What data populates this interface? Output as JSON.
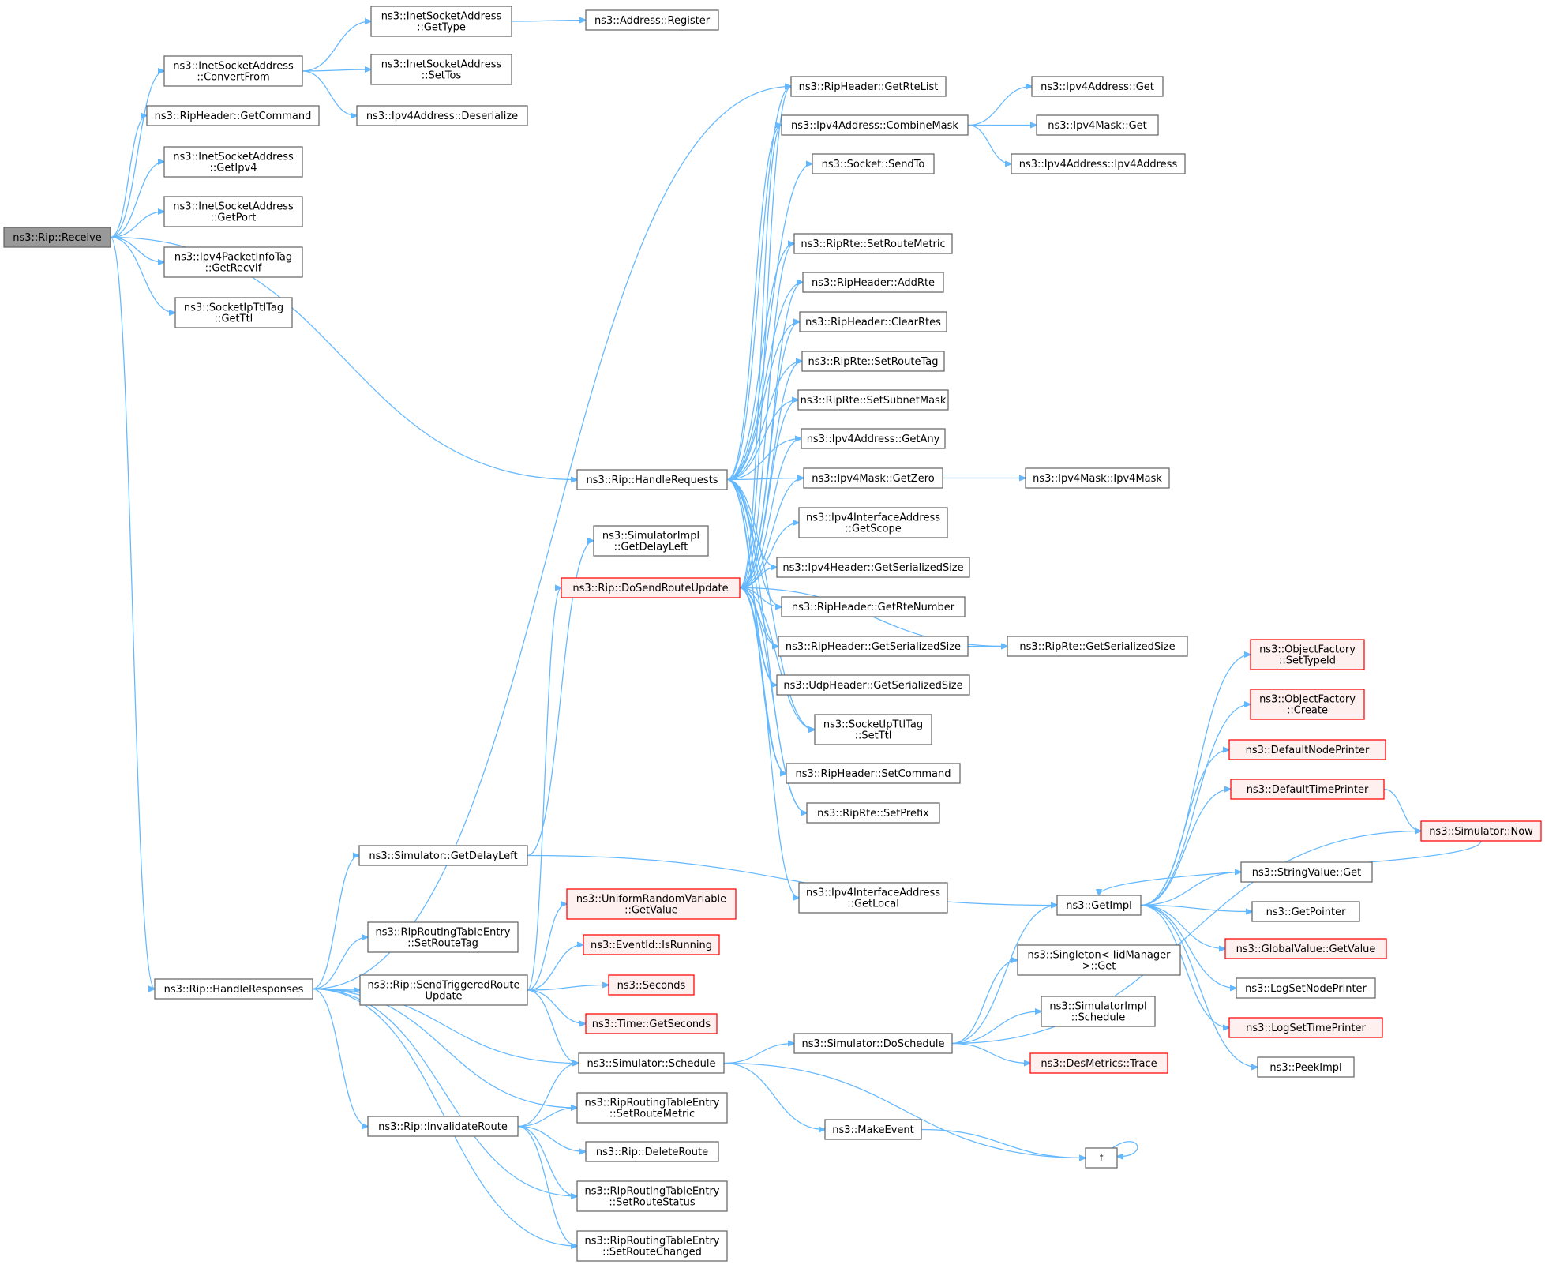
{
  "colors": {
    "edge": "#63b8ff",
    "node_border": "#666666",
    "node_fill": "#ffffff",
    "root_fill": "#999999",
    "truncated_border": "#ff0000",
    "truncated_fill": "#fff0f0"
  },
  "nodes": [
    {
      "id": "n0",
      "lines": [
        "ns3::Rip::Receive"
      ],
      "style": "root"
    },
    {
      "id": "n1",
      "lines": [
        "ns3::InetSocketAddress",
        "::ConvertFrom"
      ],
      "style": "normal"
    },
    {
      "id": "n2",
      "lines": [
        "ns3::InetSocketAddress",
        "::GetType"
      ],
      "style": "normal"
    },
    {
      "id": "n3",
      "lines": [
        "ns3::Address::Register"
      ],
      "style": "normal"
    },
    {
      "id": "n4",
      "lines": [
        "ns3::InetSocketAddress",
        "::SetTos"
      ],
      "style": "normal"
    },
    {
      "id": "n5",
      "lines": [
        "ns3::Ipv4Address::Deserialize"
      ],
      "style": "normal"
    },
    {
      "id": "n6",
      "lines": [
        "ns3::RipHeader::GetCommand"
      ],
      "style": "normal"
    },
    {
      "id": "n7",
      "lines": [
        "ns3::InetSocketAddress",
        "::GetIpv4"
      ],
      "style": "normal"
    },
    {
      "id": "n8",
      "lines": [
        "ns3::InetSocketAddress",
        "::GetPort"
      ],
      "style": "normal"
    },
    {
      "id": "n9",
      "lines": [
        "ns3::Ipv4PacketInfoTag",
        "::GetRecvIf"
      ],
      "style": "normal"
    },
    {
      "id": "n10",
      "lines": [
        "ns3::SocketIpTtlTag",
        "::GetTtl"
      ],
      "style": "normal"
    },
    {
      "id": "n11",
      "lines": [
        "ns3::Rip::HandleRequests"
      ],
      "style": "normal"
    },
    {
      "id": "n12",
      "lines": [
        "ns3::RipHeader::GetRteList"
      ],
      "style": "normal"
    },
    {
      "id": "n13",
      "lines": [
        "ns3::Ipv4Address::CombineMask"
      ],
      "style": "normal"
    },
    {
      "id": "n14",
      "lines": [
        "ns3::Ipv4Address::Get"
      ],
      "style": "normal"
    },
    {
      "id": "n15",
      "lines": [
        "ns3::Ipv4Mask::Get"
      ],
      "style": "normal"
    },
    {
      "id": "n16",
      "lines": [
        "ns3::Ipv4Address::Ipv4Address"
      ],
      "style": "normal"
    },
    {
      "id": "n17",
      "lines": [
        "ns3::Socket::SendTo"
      ],
      "style": "normal"
    },
    {
      "id": "n18",
      "lines": [
        "ns3::RipRte::SetRouteMetric"
      ],
      "style": "normal"
    },
    {
      "id": "n19",
      "lines": [
        "ns3::RipHeader::AddRte"
      ],
      "style": "normal"
    },
    {
      "id": "n20",
      "lines": [
        "ns3::RipHeader::ClearRtes"
      ],
      "style": "normal"
    },
    {
      "id": "n21",
      "lines": [
        "ns3::RipRte::SetRouteTag"
      ],
      "style": "normal"
    },
    {
      "id": "n22",
      "lines": [
        "ns3::RipRte::SetSubnetMask"
      ],
      "style": "normal"
    },
    {
      "id": "n23",
      "lines": [
        "ns3::Ipv4Address::GetAny"
      ],
      "style": "normal"
    },
    {
      "id": "n24",
      "lines": [
        "ns3::Ipv4Mask::GetZero"
      ],
      "style": "normal"
    },
    {
      "id": "n25",
      "lines": [
        "ns3::Ipv4Mask::Ipv4Mask"
      ],
      "style": "normal"
    },
    {
      "id": "n26",
      "lines": [
        "ns3::Ipv4InterfaceAddress",
        "::GetScope"
      ],
      "style": "normal"
    },
    {
      "id": "n27",
      "lines": [
        "ns3::Ipv4Header::GetSerializedSize"
      ],
      "style": "normal"
    },
    {
      "id": "n28",
      "lines": [
        "ns3::RipHeader::GetRteNumber"
      ],
      "style": "normal"
    },
    {
      "id": "n29",
      "lines": [
        "ns3::RipHeader::GetSerializedSize"
      ],
      "style": "normal"
    },
    {
      "id": "n30",
      "lines": [
        "ns3::RipRte::GetSerializedSize"
      ],
      "style": "normal"
    },
    {
      "id": "n31",
      "lines": [
        "ns3::UdpHeader::GetSerializedSize"
      ],
      "style": "normal"
    },
    {
      "id": "n32",
      "lines": [
        "ns3::SocketIpTtlTag",
        "::SetTtl"
      ],
      "style": "normal"
    },
    {
      "id": "n33",
      "lines": [
        "ns3::RipHeader::SetCommand"
      ],
      "style": "normal"
    },
    {
      "id": "n34",
      "lines": [
        "ns3::RipRte::SetPrefix"
      ],
      "style": "normal"
    },
    {
      "id": "n35",
      "lines": [
        "ns3::Ipv4InterfaceAddress",
        "::GetLocal"
      ],
      "style": "normal"
    },
    {
      "id": "n36",
      "lines": [
        "ns3::SimulatorImpl",
        "::GetDelayLeft"
      ],
      "style": "normal"
    },
    {
      "id": "n37",
      "lines": [
        "ns3::Rip::DoSendRouteUpdate"
      ],
      "style": "truncated"
    },
    {
      "id": "n38",
      "lines": [
        "ns3::Simulator::GetDelayLeft"
      ],
      "style": "normal"
    },
    {
      "id": "n39",
      "lines": [
        "ns3::UniformRandomVariable",
        "::GetValue"
      ],
      "style": "truncated"
    },
    {
      "id": "n40",
      "lines": [
        "ns3::RipRoutingTableEntry",
        "::SetRouteTag"
      ],
      "style": "normal"
    },
    {
      "id": "n41",
      "lines": [
        "ns3::EventId::IsRunning"
      ],
      "style": "truncated"
    },
    {
      "id": "n42",
      "lines": [
        "ns3::Rip::HandleResponses"
      ],
      "style": "normal"
    },
    {
      "id": "n43",
      "lines": [
        "ns3::Rip::SendTriggeredRoute",
        "Update"
      ],
      "style": "normal"
    },
    {
      "id": "n44",
      "lines": [
        "ns3::Seconds"
      ],
      "style": "truncated"
    },
    {
      "id": "n45",
      "lines": [
        "ns3::Time::GetSeconds"
      ],
      "style": "truncated"
    },
    {
      "id": "n46",
      "lines": [
        "ns3::Simulator::Schedule"
      ],
      "style": "normal"
    },
    {
      "id": "n47",
      "lines": [
        "ns3::RipRoutingTableEntry",
        "::SetRouteMetric"
      ],
      "style": "normal"
    },
    {
      "id": "n48",
      "lines": [
        "ns3::Rip::InvalidateRoute"
      ],
      "style": "normal"
    },
    {
      "id": "n49",
      "lines": [
        "ns3::Rip::DeleteRoute"
      ],
      "style": "normal"
    },
    {
      "id": "n50",
      "lines": [
        "ns3::RipRoutingTableEntry",
        "::SetRouteStatus"
      ],
      "style": "normal"
    },
    {
      "id": "n51",
      "lines": [
        "ns3::RipRoutingTableEntry",
        "::SetRouteChanged"
      ],
      "style": "normal"
    },
    {
      "id": "n52",
      "lines": [
        "ns3::Simulator::DoSchedule"
      ],
      "style": "normal"
    },
    {
      "id": "n53",
      "lines": [
        "ns3::MakeEvent"
      ],
      "style": "normal"
    },
    {
      "id": "n54",
      "lines": [
        "f"
      ],
      "style": "normal"
    },
    {
      "id": "n55",
      "lines": [
        "ns3::GetImpl"
      ],
      "style": "normal"
    },
    {
      "id": "n56",
      "lines": [
        "ns3::Singleton< IidManager",
        " >::Get"
      ],
      "style": "normal"
    },
    {
      "id": "n57",
      "lines": [
        "ns3::SimulatorImpl",
        "::Schedule"
      ],
      "style": "normal"
    },
    {
      "id": "n58",
      "lines": [
        "ns3::DesMetrics::Trace"
      ],
      "style": "truncated"
    },
    {
      "id": "n59",
      "lines": [
        "ns3::ObjectFactory",
        "::SetTypeId"
      ],
      "style": "truncated"
    },
    {
      "id": "n60",
      "lines": [
        "ns3::ObjectFactory",
        "::Create"
      ],
      "style": "truncated"
    },
    {
      "id": "n61",
      "lines": [
        "ns3::DefaultNodePrinter"
      ],
      "style": "truncated"
    },
    {
      "id": "n62",
      "lines": [
        "ns3::DefaultTimePrinter"
      ],
      "style": "truncated"
    },
    {
      "id": "n63",
      "lines": [
        "ns3::Simulator::Now"
      ],
      "style": "truncated"
    },
    {
      "id": "n64",
      "lines": [
        "ns3::StringValue::Get"
      ],
      "style": "normal"
    },
    {
      "id": "n65",
      "lines": [
        "ns3::GetPointer"
      ],
      "style": "normal"
    },
    {
      "id": "n66",
      "lines": [
        "ns3::GlobalValue::GetValue"
      ],
      "style": "truncated"
    },
    {
      "id": "n67",
      "lines": [
        "ns3::LogSetNodePrinter"
      ],
      "style": "normal"
    },
    {
      "id": "n68",
      "lines": [
        "ns3::LogSetTimePrinter"
      ],
      "style": "truncated"
    },
    {
      "id": "n69",
      "lines": [
        "ns3::PeekImpl"
      ],
      "style": "normal"
    }
  ],
  "edges": [
    [
      "n0",
      "n1"
    ],
    [
      "n0",
      "n6"
    ],
    [
      "n0",
      "n7"
    ],
    [
      "n0",
      "n8"
    ],
    [
      "n0",
      "n9"
    ],
    [
      "n0",
      "n10"
    ],
    [
      "n0",
      "n11"
    ],
    [
      "n0",
      "n42"
    ],
    [
      "n1",
      "n2"
    ],
    [
      "n1",
      "n4"
    ],
    [
      "n1",
      "n5"
    ],
    [
      "n2",
      "n3"
    ],
    [
      "n11",
      "n12"
    ],
    [
      "n11",
      "n13"
    ],
    [
      "n11",
      "n17"
    ],
    [
      "n11",
      "n18"
    ],
    [
      "n11",
      "n19"
    ],
    [
      "n11",
      "n20"
    ],
    [
      "n11",
      "n21"
    ],
    [
      "n11",
      "n22"
    ],
    [
      "n11",
      "n23"
    ],
    [
      "n11",
      "n24"
    ],
    [
      "n11",
      "n27"
    ],
    [
      "n11",
      "n28"
    ],
    [
      "n11",
      "n29"
    ],
    [
      "n11",
      "n31"
    ],
    [
      "n11",
      "n32"
    ],
    [
      "n11",
      "n33"
    ],
    [
      "n11",
      "n34"
    ],
    [
      "n13",
      "n14"
    ],
    [
      "n13",
      "n15"
    ],
    [
      "n13",
      "n16"
    ],
    [
      "n24",
      "n25"
    ],
    [
      "n29",
      "n30"
    ],
    [
      "n37",
      "n12"
    ],
    [
      "n37",
      "n13"
    ],
    [
      "n37",
      "n18"
    ],
    [
      "n37",
      "n19"
    ],
    [
      "n37",
      "n20"
    ],
    [
      "n37",
      "n21"
    ],
    [
      "n37",
      "n22"
    ],
    [
      "n37",
      "n23"
    ],
    [
      "n37",
      "n24"
    ],
    [
      "n37",
      "n26"
    ],
    [
      "n37",
      "n27"
    ],
    [
      "n37",
      "n28"
    ],
    [
      "n37",
      "n29"
    ],
    [
      "n37",
      "n30"
    ],
    [
      "n37",
      "n31"
    ],
    [
      "n37",
      "n32"
    ],
    [
      "n37",
      "n33"
    ],
    [
      "n37",
      "n34"
    ],
    [
      "n37",
      "n35"
    ],
    [
      "n42",
      "n12"
    ],
    [
      "n42",
      "n38"
    ],
    [
      "n42",
      "n40"
    ],
    [
      "n42",
      "n43"
    ],
    [
      "n42",
      "n46"
    ],
    [
      "n42",
      "n47"
    ],
    [
      "n42",
      "n48"
    ],
    [
      "n42",
      "n50"
    ],
    [
      "n42",
      "n51"
    ],
    [
      "n38",
      "n36"
    ],
    [
      "n38",
      "n55"
    ],
    [
      "n43",
      "n37"
    ],
    [
      "n43",
      "n39"
    ],
    [
      "n43",
      "n41"
    ],
    [
      "n43",
      "n44"
    ],
    [
      "n43",
      "n45"
    ],
    [
      "n43",
      "n46"
    ],
    [
      "n46",
      "n52"
    ],
    [
      "n46",
      "n53"
    ],
    [
      "n46",
      "n54"
    ],
    [
      "n48",
      "n46"
    ],
    [
      "n48",
      "n47"
    ],
    [
      "n48",
      "n49"
    ],
    [
      "n48",
      "n50"
    ],
    [
      "n48",
      "n51"
    ],
    [
      "n52",
      "n55"
    ],
    [
      "n52",
      "n56"
    ],
    [
      "n52",
      "n57"
    ],
    [
      "n52",
      "n58"
    ],
    [
      "n52",
      "n63"
    ],
    [
      "n53",
      "n54"
    ],
    [
      "n54",
      "n54"
    ],
    [
      "n55",
      "n59"
    ],
    [
      "n55",
      "n60"
    ],
    [
      "n55",
      "n61"
    ],
    [
      "n55",
      "n62"
    ],
    [
      "n55",
      "n64"
    ],
    [
      "n55",
      "n65"
    ],
    [
      "n55",
      "n66"
    ],
    [
      "n55",
      "n67"
    ],
    [
      "n55",
      "n68"
    ],
    [
      "n55",
      "n69"
    ],
    [
      "n62",
      "n63"
    ],
    [
      "n63",
      "n55"
    ]
  ]
}
